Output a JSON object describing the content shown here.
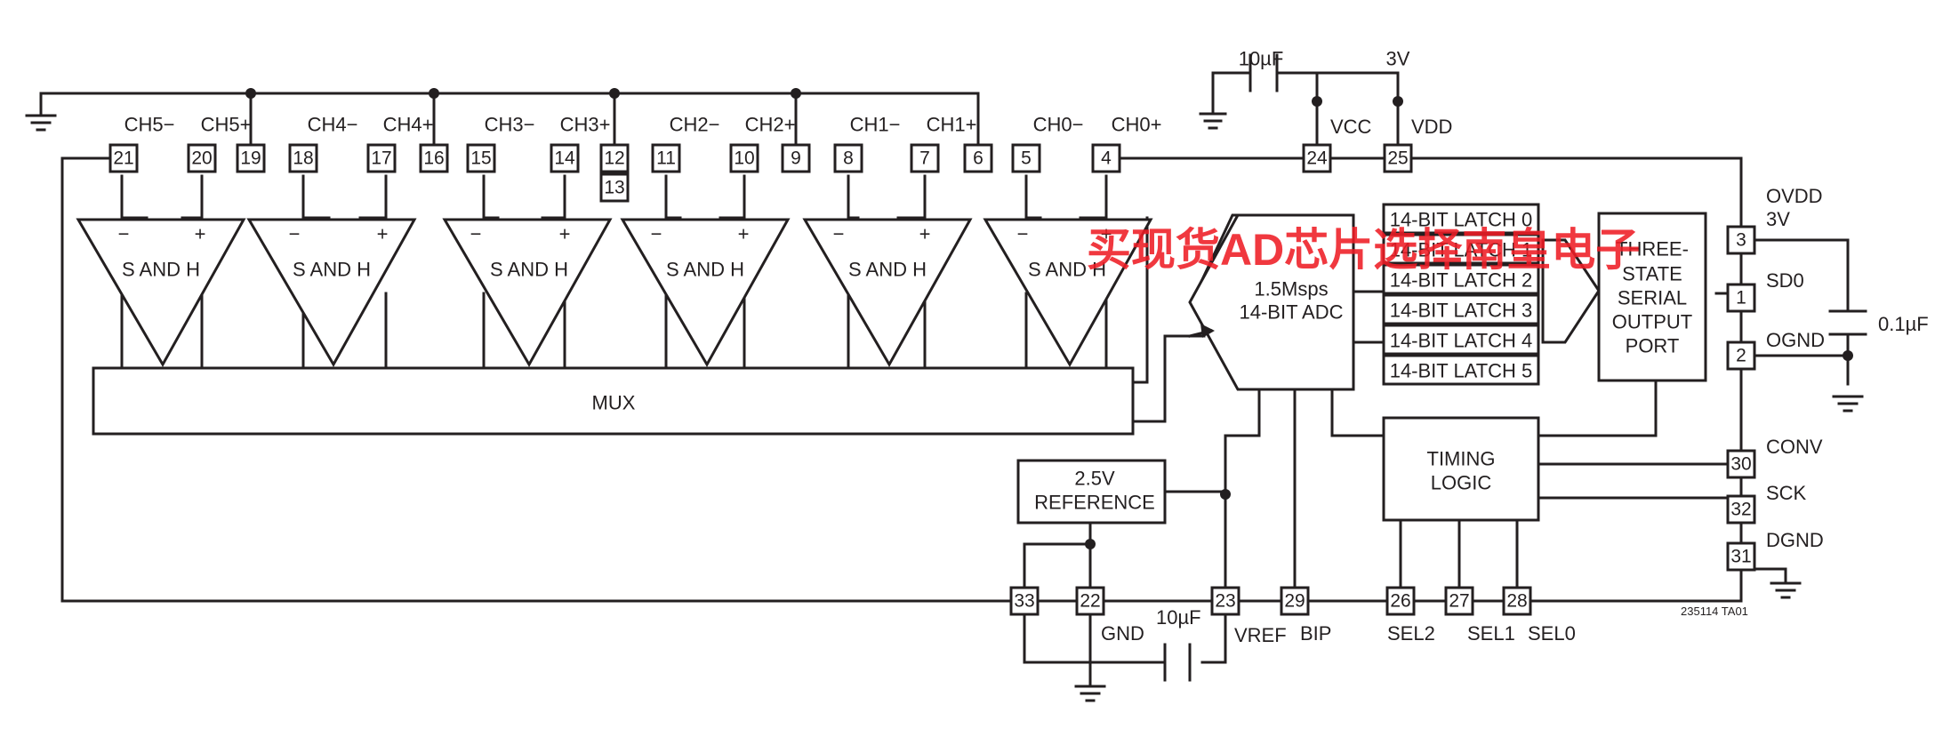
{
  "inputs": {
    "ch5_minus": "CH5−",
    "ch5_plus": "CH5+",
    "ch4_minus": "CH4−",
    "ch4_plus": "CH4+",
    "ch3_minus": "CH3−",
    "ch3_plus": "CH3+",
    "ch2_minus": "CH2−",
    "ch2_plus": "CH2+",
    "ch1_minus": "CH1−",
    "ch1_plus": "CH1+",
    "ch0_minus": "CH0−",
    "ch0_plus": "CH0+"
  },
  "pins": {
    "p21": "21",
    "p20": "20",
    "p19": "19",
    "p18": "18",
    "p17": "17",
    "p16": "16",
    "p15": "15",
    "p14": "14",
    "p12": "12",
    "p13": "13",
    "p11": "11",
    "p10": "10",
    "p9": "9",
    "p8": "8",
    "p7": "7",
    "p6": "6",
    "p5": "5",
    "p4": "4",
    "p24": "24",
    "p25": "25",
    "p3": "3",
    "p1": "1",
    "p2": "2",
    "p30": "30",
    "p32": "32",
    "p31": "31",
    "p33": "33",
    "p22": "22",
    "p23": "23",
    "p29": "29",
    "p26": "26",
    "p27": "27",
    "p28": "28"
  },
  "blocks": {
    "sh_label": "S AND H",
    "sh_minus": "−",
    "sh_plus": "+",
    "mux": "MUX",
    "adc_line1": "1.5Msps",
    "adc_line2": "14-BIT ADC",
    "latches": [
      "14-BIT LATCH 0",
      "14-BIT LATCH 1",
      "14-BIT LATCH 2",
      "14-BIT LATCH 3",
      "14-BIT LATCH 4",
      "14-BIT LATCH 5"
    ],
    "output_port": [
      "THREE-",
      "STATE",
      "SERIAL",
      "OUTPUT",
      "PORT"
    ],
    "timing": [
      "TIMING",
      "LOGIC"
    ],
    "reference": [
      "2.5V",
      "REFERENCE"
    ]
  },
  "labels": {
    "cap_top": "10µF",
    "supply": "3V",
    "vcc": "VCC",
    "vdd": "VDD",
    "ovdd": "OVDD",
    "ovdd_v": "3V",
    "sdo": "SD0",
    "ognd": "OGND",
    "cap_out": "0.1µF",
    "conv": "CONV",
    "sck": "SCK",
    "dgnd": "DGND",
    "gnd": "GND",
    "cap_ref": "10µF",
    "vref": "VREF",
    "bip": "BIP",
    "sel2": "SEL2",
    "sel1": "SEL1",
    "sel0": "SEL0",
    "figure_code": "235114 TA01"
  },
  "watermark": "买现货AD芯片选择南皇电子"
}
